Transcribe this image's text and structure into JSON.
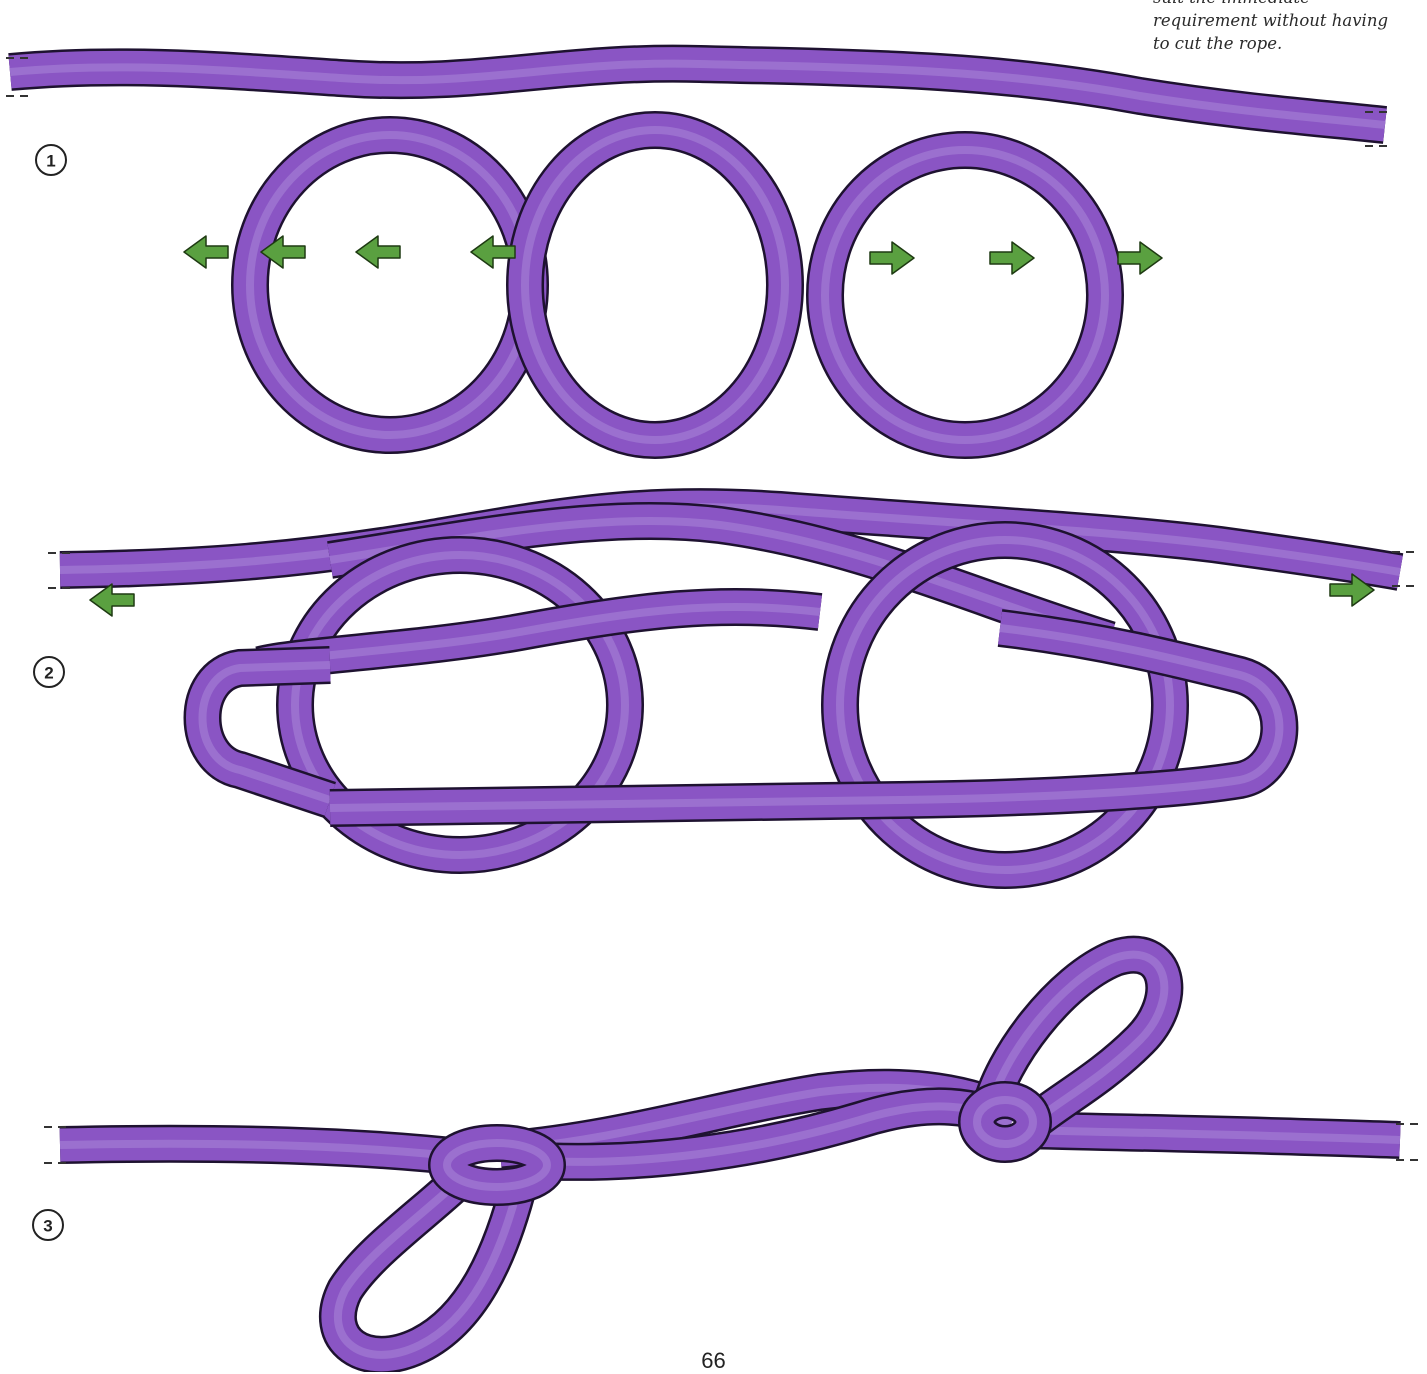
{
  "caption": {
    "lines": [
      "suit the immediate",
      "requirement without having",
      "to cut the rope."
    ]
  },
  "steps": [
    {
      "label": "1"
    },
    {
      "label": "2"
    },
    {
      "label": "3"
    }
  ],
  "page_number": "66",
  "colors": {
    "rope": "#8a55c4",
    "rope_outline": "#1e1230",
    "rope_highlight": "#a987d9",
    "arrow": "#5aa040",
    "arrow_outline": "#1e3a12"
  },
  "icons": {
    "arrow_left": "arrow-left-icon",
    "arrow_right": "arrow-right-icon"
  }
}
